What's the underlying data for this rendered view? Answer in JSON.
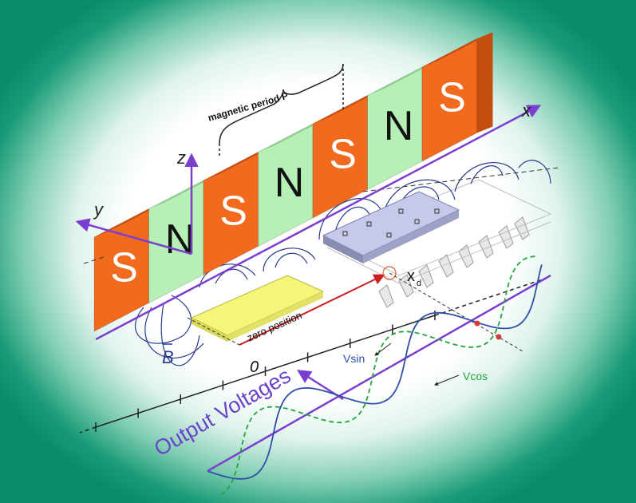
{
  "magnets": [
    {
      "pole": "S",
      "type": "south"
    },
    {
      "pole": "N",
      "type": "north"
    },
    {
      "pole": "S",
      "type": "south"
    },
    {
      "pole": "N",
      "type": "north"
    },
    {
      "pole": "S",
      "type": "south"
    },
    {
      "pole": "N",
      "type": "north"
    },
    {
      "pole": "S",
      "type": "south"
    }
  ],
  "labels": {
    "period": "magnetic period P",
    "axis_x": "x",
    "axis_y": "y",
    "axis_z": "z",
    "field": "B",
    "zero_position": "zero position",
    "origin": "0",
    "displacement": "x",
    "displacement_sub": "d",
    "vsin": "Vsin",
    "vcos": "Vcos",
    "output": "Output Voltages"
  },
  "colors": {
    "south": "#f26a1e",
    "north": "#b6f0b6",
    "axis": "#7b3fd0",
    "field_lines": "#2a3a90",
    "sensor_yellow": "#f5f57a",
    "sensor_blue": "#c7c9ea",
    "vsin": "#2f4fa8",
    "vcos": "#22a63a",
    "arrow_red": "#c81e1e",
    "background": "#0b8a69"
  }
}
